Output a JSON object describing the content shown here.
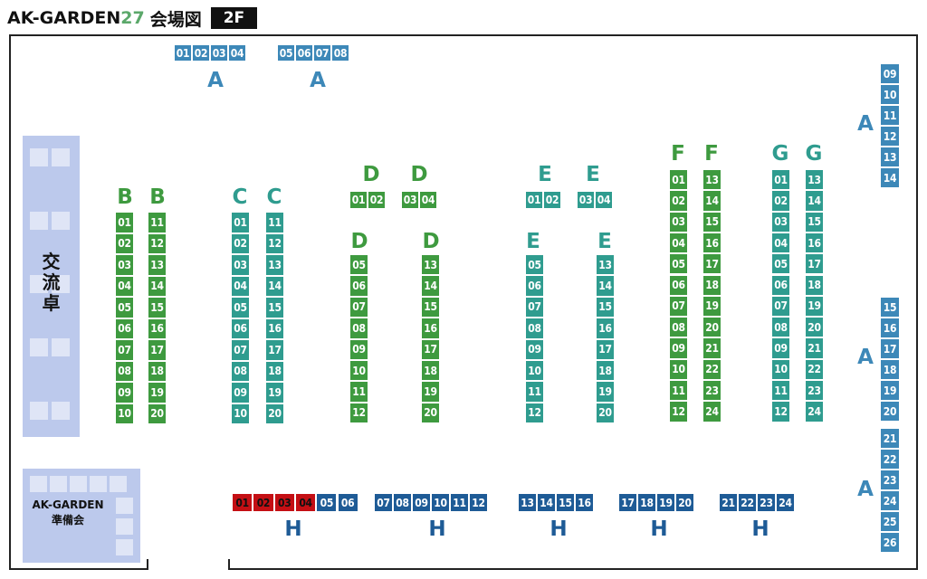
{
  "header": {
    "title_main": "AK-GARDEN",
    "title_num": "27",
    "title_jp": "会場図",
    "floor": "2F"
  },
  "colors": {
    "A": "#3d88b8",
    "B": "#3e9a3f",
    "C": "#2f9c8f",
    "D": "#3e9a3f",
    "E": "#2f9c8f",
    "F": "#3e9a3f",
    "G": "#2f9c8f",
    "H": "#1e5b96",
    "reserved": "#c40f14",
    "panel": "#bcc9ec"
  },
  "areas": {
    "lounge": {
      "label": "交流卓"
    },
    "prep": {
      "line1": "AK-GARDEN",
      "line2": "準備会"
    }
  },
  "labels": [
    {
      "id": "lbl-a-top1",
      "text": "A",
      "color": "A"
    },
    {
      "id": "lbl-a-top2",
      "text": "A",
      "color": "A"
    },
    {
      "id": "lbl-a-r1",
      "text": "A",
      "color": "A"
    },
    {
      "id": "lbl-a-r2",
      "text": "A",
      "color": "A"
    },
    {
      "id": "lbl-a-r3",
      "text": "A",
      "color": "A"
    },
    {
      "id": "lbl-b1",
      "text": "B",
      "color": "B"
    },
    {
      "id": "lbl-b2",
      "text": "B",
      "color": "B"
    },
    {
      "id": "lbl-c1",
      "text": "C",
      "color": "C"
    },
    {
      "id": "lbl-c2",
      "text": "C",
      "color": "C"
    },
    {
      "id": "lbl-d-top1",
      "text": "D",
      "color": "D"
    },
    {
      "id": "lbl-d-top2",
      "text": "D",
      "color": "D"
    },
    {
      "id": "lbl-d1",
      "text": "D",
      "color": "D"
    },
    {
      "id": "lbl-d2",
      "text": "D",
      "color": "D"
    },
    {
      "id": "lbl-e-top1",
      "text": "E",
      "color": "E"
    },
    {
      "id": "lbl-e-top2",
      "text": "E",
      "color": "E"
    },
    {
      "id": "lbl-e1",
      "text": "E",
      "color": "E"
    },
    {
      "id": "lbl-e2",
      "text": "E",
      "color": "E"
    },
    {
      "id": "lbl-f1",
      "text": "F",
      "color": "F"
    },
    {
      "id": "lbl-f2",
      "text": "F",
      "color": "F"
    },
    {
      "id": "lbl-g1",
      "text": "G",
      "color": "G"
    },
    {
      "id": "lbl-g2",
      "text": "G",
      "color": "G"
    },
    {
      "id": "lbl-h1",
      "text": "H",
      "color": "H"
    },
    {
      "id": "lbl-h2",
      "text": "H",
      "color": "H"
    },
    {
      "id": "lbl-h3",
      "text": "H",
      "color": "H"
    },
    {
      "id": "lbl-h4",
      "text": "H",
      "color": "H"
    },
    {
      "id": "lbl-h5",
      "text": "H",
      "color": "H"
    }
  ],
  "blocks": [
    {
      "id": "a-top-1",
      "color": "A",
      "dir": "h",
      "cells": [
        "01",
        "02",
        "03",
        "04"
      ]
    },
    {
      "id": "a-top-2",
      "color": "A",
      "dir": "h",
      "cells": [
        "05",
        "06",
        "07",
        "08"
      ]
    },
    {
      "id": "a-right-1",
      "color": "A",
      "dir": "v",
      "cells": [
        "09",
        "10",
        "11",
        "12",
        "13",
        "14"
      ]
    },
    {
      "id": "a-right-2",
      "color": "A",
      "dir": "v",
      "cells": [
        "15",
        "16",
        "17",
        "18",
        "19",
        "20"
      ]
    },
    {
      "id": "a-right-3",
      "color": "A",
      "dir": "v",
      "cells": [
        "21",
        "22",
        "23",
        "24",
        "25",
        "26"
      ]
    },
    {
      "id": "b-1",
      "color": "B",
      "dir": "v",
      "cells": [
        "01",
        "02",
        "03",
        "04",
        "05",
        "06",
        "07",
        "08",
        "09",
        "10"
      ]
    },
    {
      "id": "b-2",
      "color": "B",
      "dir": "v",
      "cells": [
        "11",
        "12",
        "13",
        "14",
        "15",
        "16",
        "17",
        "18",
        "19",
        "20"
      ]
    },
    {
      "id": "c-1",
      "color": "C",
      "dir": "v",
      "cells": [
        "01",
        "02",
        "03",
        "04",
        "05",
        "06",
        "07",
        "08",
        "09",
        "10"
      ]
    },
    {
      "id": "c-2",
      "color": "C",
      "dir": "v",
      "cells": [
        "11",
        "12",
        "13",
        "14",
        "15",
        "16",
        "17",
        "18",
        "19",
        "20"
      ]
    },
    {
      "id": "d-top-1",
      "color": "D",
      "dir": "h",
      "cells": [
        "01",
        "02"
      ]
    },
    {
      "id": "d-top-2",
      "color": "D",
      "dir": "h",
      "cells": [
        "03",
        "04"
      ]
    },
    {
      "id": "d-1",
      "color": "D",
      "dir": "v",
      "cells": [
        "05",
        "06",
        "07",
        "08",
        "09",
        "10",
        "11",
        "12"
      ]
    },
    {
      "id": "d-2",
      "color": "D",
      "dir": "v",
      "cells": [
        "13",
        "14",
        "15",
        "16",
        "17",
        "18",
        "19",
        "20"
      ]
    },
    {
      "id": "e-top-1",
      "color": "E",
      "dir": "h",
      "cells": [
        "01",
        "02"
      ]
    },
    {
      "id": "e-top-2",
      "color": "E",
      "dir": "h",
      "cells": [
        "03",
        "04"
      ]
    },
    {
      "id": "e-1",
      "color": "E",
      "dir": "v",
      "cells": [
        "05",
        "06",
        "07",
        "08",
        "09",
        "10",
        "11",
        "12"
      ]
    },
    {
      "id": "e-2",
      "color": "E",
      "dir": "v",
      "cells": [
        "13",
        "14",
        "15",
        "16",
        "17",
        "18",
        "19",
        "20"
      ]
    },
    {
      "id": "f-1",
      "color": "F",
      "dir": "v",
      "cells": [
        "01",
        "02",
        "03",
        "04",
        "05",
        "06",
        "07",
        "08",
        "09",
        "10",
        "11",
        "12"
      ]
    },
    {
      "id": "f-2",
      "color": "F",
      "dir": "v",
      "cells": [
        "13",
        "14",
        "15",
        "16",
        "17",
        "18",
        "19",
        "20",
        "21",
        "22",
        "23",
        "24"
      ]
    },
    {
      "id": "g-1",
      "color": "G",
      "dir": "v",
      "cells": [
        "01",
        "02",
        "03",
        "04",
        "05",
        "06",
        "07",
        "08",
        "09",
        "10",
        "11",
        "12"
      ]
    },
    {
      "id": "g-2",
      "color": "G",
      "dir": "v",
      "cells": [
        "13",
        "14",
        "15",
        "16",
        "17",
        "18",
        "19",
        "20",
        "21",
        "22",
        "23",
        "24"
      ]
    },
    {
      "id": "h-1",
      "color": "H",
      "dir": "h",
      "cells": [
        "01",
        "02",
        "03",
        "04",
        "05",
        "06"
      ],
      "reserved": [
        "01",
        "02",
        "03",
        "04"
      ]
    },
    {
      "id": "h-2",
      "color": "H",
      "dir": "h",
      "cells": [
        "07",
        "08",
        "09",
        "10",
        "11",
        "12"
      ]
    },
    {
      "id": "h-3",
      "color": "H",
      "dir": "h",
      "cells": [
        "13",
        "14",
        "15",
        "16"
      ]
    },
    {
      "id": "h-4",
      "color": "H",
      "dir": "h",
      "cells": [
        "17",
        "18",
        "19",
        "20"
      ]
    },
    {
      "id": "h-5",
      "color": "H",
      "dir": "h",
      "cells": [
        "21",
        "22",
        "23",
        "24"
      ]
    }
  ]
}
